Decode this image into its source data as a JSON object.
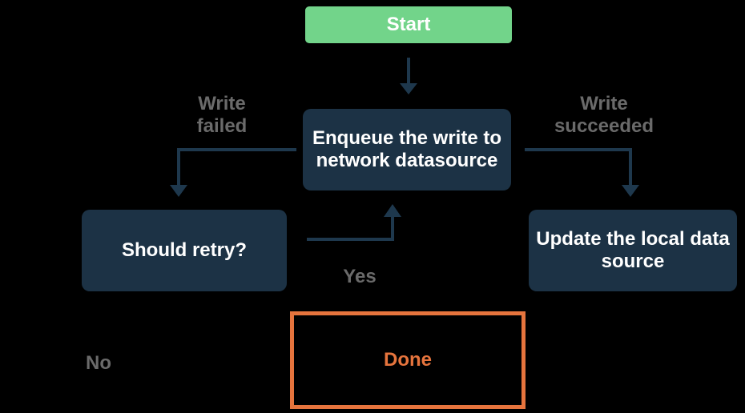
{
  "colors": {
    "bg": "#000000",
    "green": "#72D48A",
    "navy": "#1C3245",
    "arrow": "#1E384D",
    "gray": "#6A6A6A",
    "orange": "#E6743D",
    "white": "#FFFFFF"
  },
  "nodes": {
    "start": "Start",
    "enqueue": "Enqueue the write to\nnetwork datasource",
    "should_retry": "Should retry?",
    "update_local": "Update the local data\nsource",
    "done": "Done"
  },
  "edge_labels": {
    "write_failed": "Write\nfailed",
    "write_succeeded": "Write\nsucceeded",
    "yes": "Yes",
    "no": "No"
  }
}
